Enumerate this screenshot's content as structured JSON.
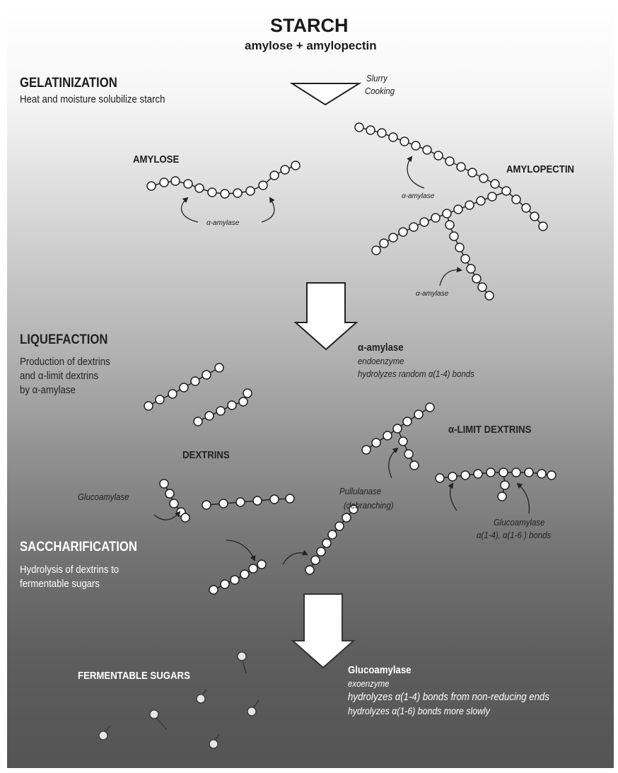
{
  "header": {
    "title": "STARCH",
    "subtitle": "amylose + amylopectin"
  },
  "gelatinization": {
    "heading": "GELATINIZATION",
    "description": "Heat and moisture solubilize starch",
    "process_line1": "Slurry",
    "process_line2": "Cooking",
    "amylose_label": "AMYLOSE",
    "amylopectin_label": "AMYLOPECTIN",
    "enzyme_amylose": "α-amylase",
    "enzyme_amylopectin_1": "α-amylase",
    "enzyme_amylopectin_2": "α-amylase"
  },
  "liquefaction": {
    "heading": "LIQUEFACTION",
    "desc_line1": "Production of dextrins",
    "desc_line2": "and α-limit dextrins",
    "desc_line3": "by α-amylase",
    "enzyme_name": "α-amylase",
    "enzyme_type": "endoenzyme",
    "enzyme_action": "hydrolyzes random α(1-4) bonds",
    "dextrins_label": "DEXTRINS",
    "limit_dextrins_label": "α-LIMIT DEXTRINS",
    "glucoamylase_left": "Glucoamylase",
    "pullulanase": "Pullulanase",
    "debranching": "(debranching)",
    "glucoamylase_right": "Glucoamylase",
    "glucoamylase_bonds": "α(1-4), α(1-6 ) bonds"
  },
  "saccharification": {
    "heading": "SACCHARIFICATION",
    "desc_line1": "Hydrolysis of dextrins to",
    "desc_line2": "fermentable sugars"
  },
  "fermentable": {
    "label": "FERMENTABLE SUGARS",
    "enzyme_name": "Glucoamylase",
    "enzyme_type": "exoenzyme",
    "action_1": "hydrolyzes α(1-4) bonds from non-reducing ends",
    "action_2": "hydrolyzes α(1-6) bonds more slowly"
  }
}
